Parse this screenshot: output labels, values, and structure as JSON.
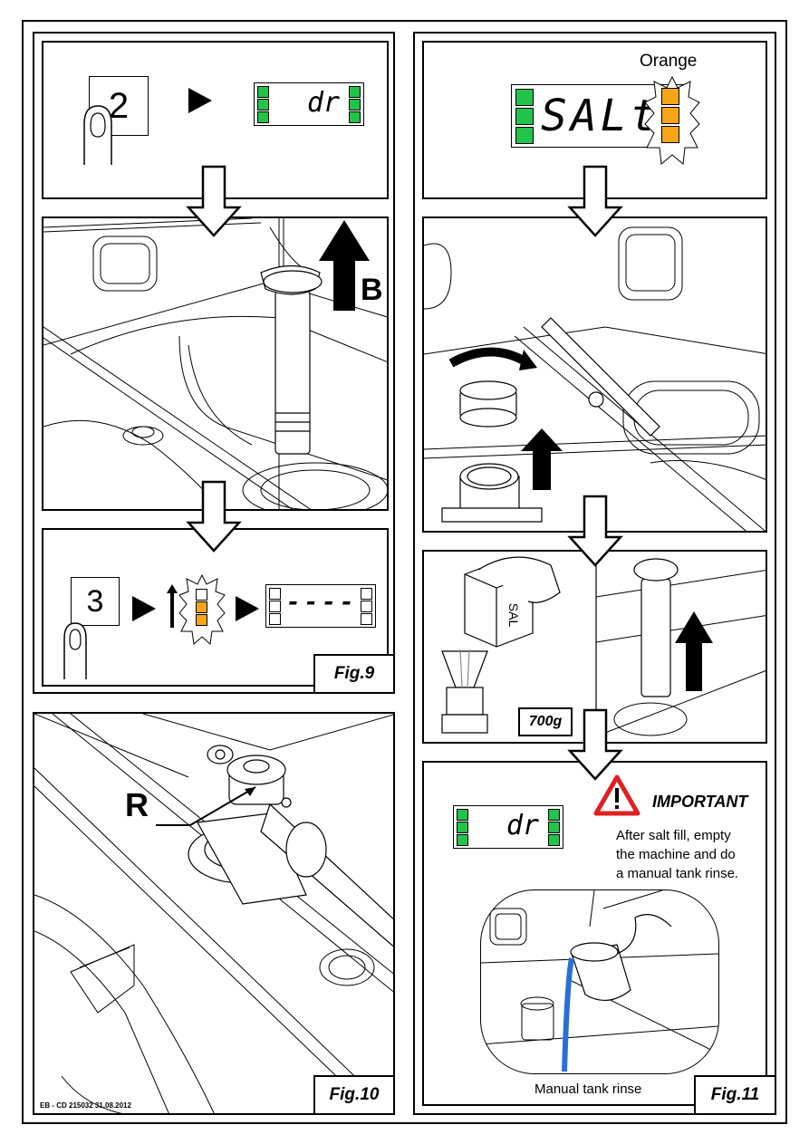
{
  "figures": {
    "fig9": {
      "label": "Fig.9",
      "step1_key": "2",
      "step1_display": "dr",
      "direction_label": "B",
      "step3_key": "3",
      "step3_display": "----"
    },
    "fig10": {
      "label": "Fig.10",
      "part_label": "R"
    },
    "fig11": {
      "label": "Fig.11",
      "color_note": "Orange",
      "salt_display": "SALt",
      "package_text": "SAL",
      "salt_quantity": "700g",
      "final_display": "dr",
      "important_title": "IMPORTANT",
      "important_text_lines": [
        "After salt fill, empty",
        "the machine and do",
        "a manual tank rinse."
      ],
      "rinse_caption": "Manual tank rinse"
    }
  },
  "footer": {
    "doc_ref": "EB - CD 215032 31.08.2012"
  },
  "colors": {
    "led_green": "#22c34a",
    "led_orange": "#f5a515",
    "warning_red": "#e02020",
    "water_blue": "#2a6fd6"
  }
}
